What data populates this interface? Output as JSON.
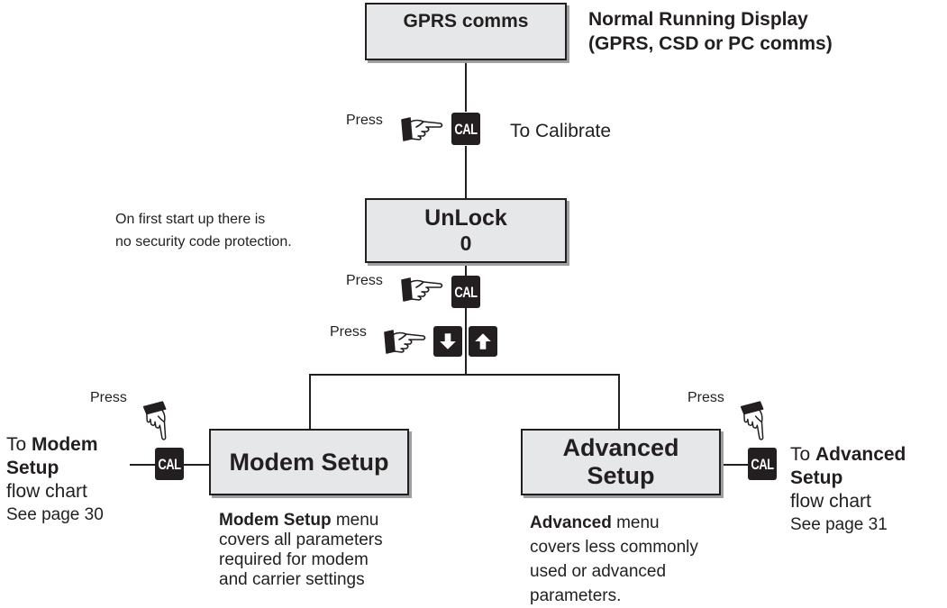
{
  "boxes": {
    "gprs": "GPRS comms",
    "unlock_title": "UnLock",
    "unlock_value": "0",
    "modem": "Modem Setup",
    "advanced_line1": "Advanced",
    "advanced_line2": "Setup"
  },
  "header": {
    "line1": "Normal Running Display",
    "line2": "(GPRS, CSD or PC comms)"
  },
  "labels": {
    "press": "Press",
    "cal_key": "CAL",
    "to_calibrate": "To Calibrate",
    "first_startup_line1": "On first start up there is",
    "first_startup_line2": "no security code protection."
  },
  "left_target": {
    "to": "To ",
    "bold1": "Modem",
    "bold2": "Setup",
    "line3": "flow chart",
    "line4": "See page 30"
  },
  "right_target": {
    "to": "To ",
    "bold1": "Advanced",
    "bold2": "Setup",
    "line3": "flow chart",
    "line4": "See page 31"
  },
  "modem_desc": {
    "bold": "Modem Setup",
    "rest1": " menu",
    "line2": "covers all parameters",
    "line3": "required for modem",
    "line4": "and carrier settings"
  },
  "advanced_desc": {
    "bold": "Advanced",
    "rest1": " menu",
    "line2": "covers less commonly",
    "line3": "used or advanced",
    "line4": "parameters."
  },
  "colors": {
    "box_fill": "#e6e7e8",
    "box_shadow": "#9d9fa2",
    "ink": "#231f20"
  },
  "icons": [
    "pointing-hand-icon",
    "cal-key-icon",
    "down-arrow-key-icon",
    "up-arrow-key-icon"
  ]
}
